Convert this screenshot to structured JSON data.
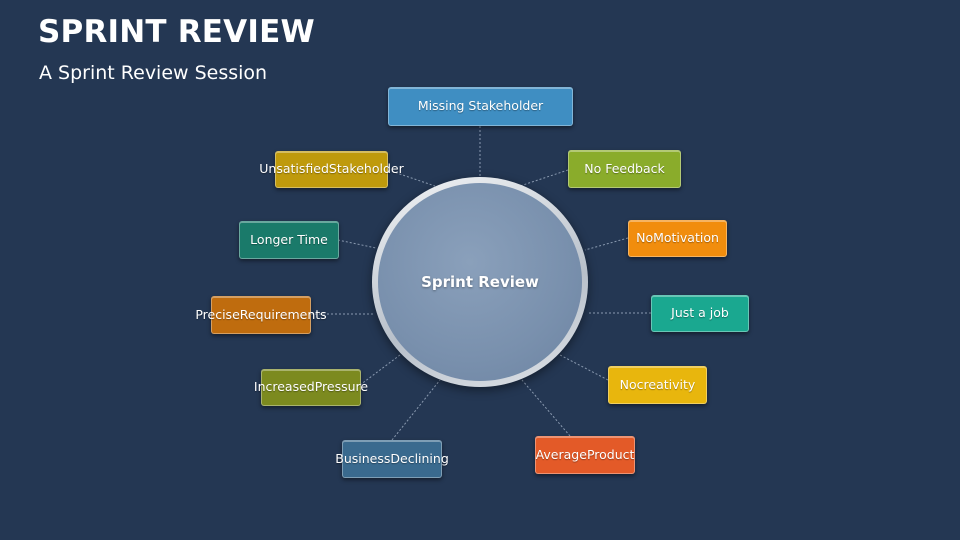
{
  "title": "SPRINT REVIEW",
  "subtitle": "A Sprint Review Session",
  "hub": {
    "label": "Sprint Review"
  },
  "nodes": {
    "missing_stakeholder": {
      "lines": [
        "Missing Stakeholder"
      ],
      "color": "#3f8ec2"
    },
    "no_feedback": {
      "lines": [
        "No Feedback"
      ],
      "color": "#8aac2b"
    },
    "no_motivation": {
      "lines": [
        "No",
        "Motivation"
      ],
      "color": "#f18d0d"
    },
    "just_a_job": {
      "lines": [
        "Just a job"
      ],
      "color": "#1aa890"
    },
    "no_creativity": {
      "lines": [
        "No",
        "creativity"
      ],
      "color": "#e8b60d"
    },
    "average_product": {
      "lines": [
        "Average",
        "Product"
      ],
      "color": "#e35a28"
    },
    "business_declining": {
      "lines": [
        "Business",
        "Declining"
      ],
      "color": "#3a6a8e"
    },
    "increased_pressure": {
      "lines": [
        "Increased",
        "Pressure"
      ],
      "color": "#7c8a1f"
    },
    "precise_requirements": {
      "lines": [
        "Precise",
        "Requirements"
      ],
      "color": "#bf6c0e"
    },
    "longer_time": {
      "lines": [
        "Longer Time"
      ],
      "color": "#1a7a6a"
    },
    "unsatisfied_stakeholder": {
      "lines": [
        "Unsatisfied",
        "Stakeholder"
      ],
      "color": "#bf9a0c"
    }
  }
}
